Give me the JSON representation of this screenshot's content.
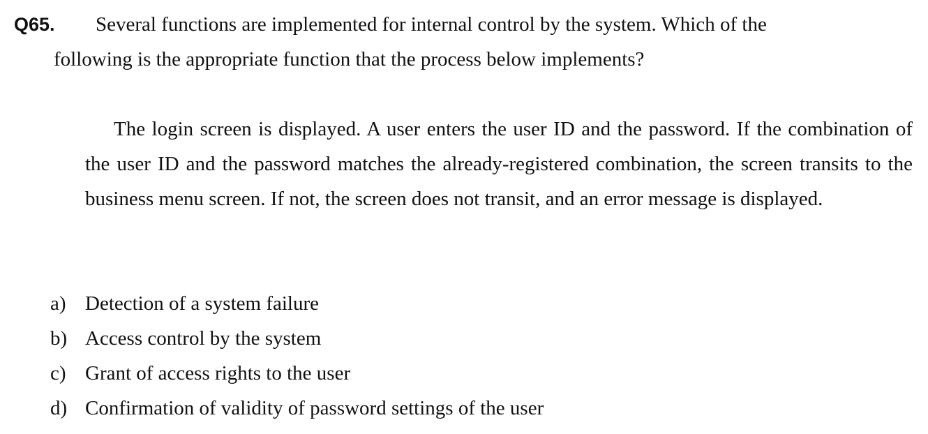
{
  "question": {
    "number": "Q65.",
    "stem_line1": "Several functions are implemented for internal control by the system. Which of the",
    "stem_line2": "following is the appropriate function that the process below implements?",
    "process": "The login screen is displayed. A user enters the user ID and the password. If the combination of the user ID and the password matches the already-registered combination, the screen transits to the business menu screen. If not, the screen does not transit, and an error message is displayed."
  },
  "options": [
    {
      "label": "a)",
      "text": "Detection of a system failure"
    },
    {
      "label": "b)",
      "text": "Access control by the system"
    },
    {
      "label": "c)",
      "text": "Grant of access rights to the user"
    },
    {
      "label": "d)",
      "text": "Confirmation of validity of password settings of the user"
    }
  ]
}
